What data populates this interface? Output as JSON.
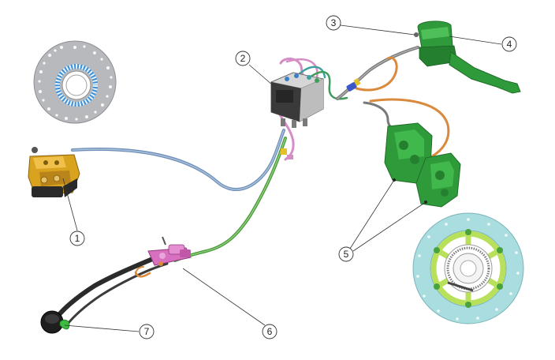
{
  "diagram": {
    "callouts": [
      {
        "id": "1",
        "label": "1"
      },
      {
        "id": "2",
        "label": "2"
      },
      {
        "id": "3",
        "label": "3"
      },
      {
        "id": "4",
        "label": "4"
      },
      {
        "id": "5",
        "label": "5"
      },
      {
        "id": "6",
        "label": "6"
      },
      {
        "id": "7",
        "label": "7"
      }
    ],
    "colors": {
      "green_part": "#2e9a3a",
      "green_dark": "#1f6e28",
      "gold_caliper": "#d9a21f",
      "blue_hose": "#7f9ec0",
      "green_hose": "#5aa24a",
      "orange_hose": "#d98a3c",
      "pink_line": "#d68cc4",
      "grey_hose": "#8a8a8a",
      "disc_grey": "#b7b9bc",
      "disc_cyan": "#a9dde0",
      "carrier_lime": "#b8e05a",
      "abs_body": "#c9c9c9"
    }
  }
}
